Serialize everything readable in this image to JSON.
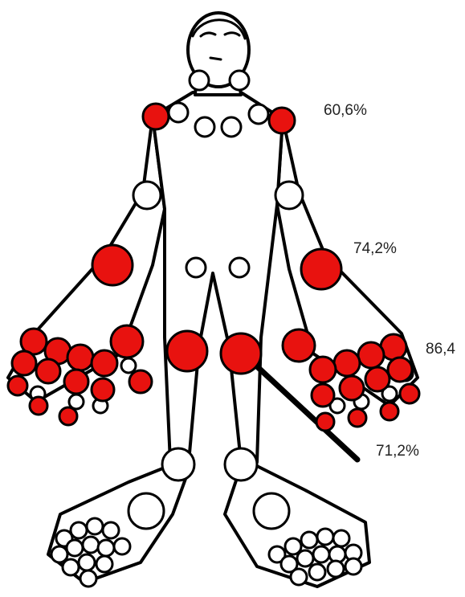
{
  "colors": {
    "affected_joint": "#e8120f",
    "unaffected_joint": "#ffffff",
    "outline": "#000000"
  },
  "labels": {
    "shoulders": "60,6%",
    "wrists": "74,2%",
    "hands": "86,4",
    "knees": "71,2%"
  }
}
